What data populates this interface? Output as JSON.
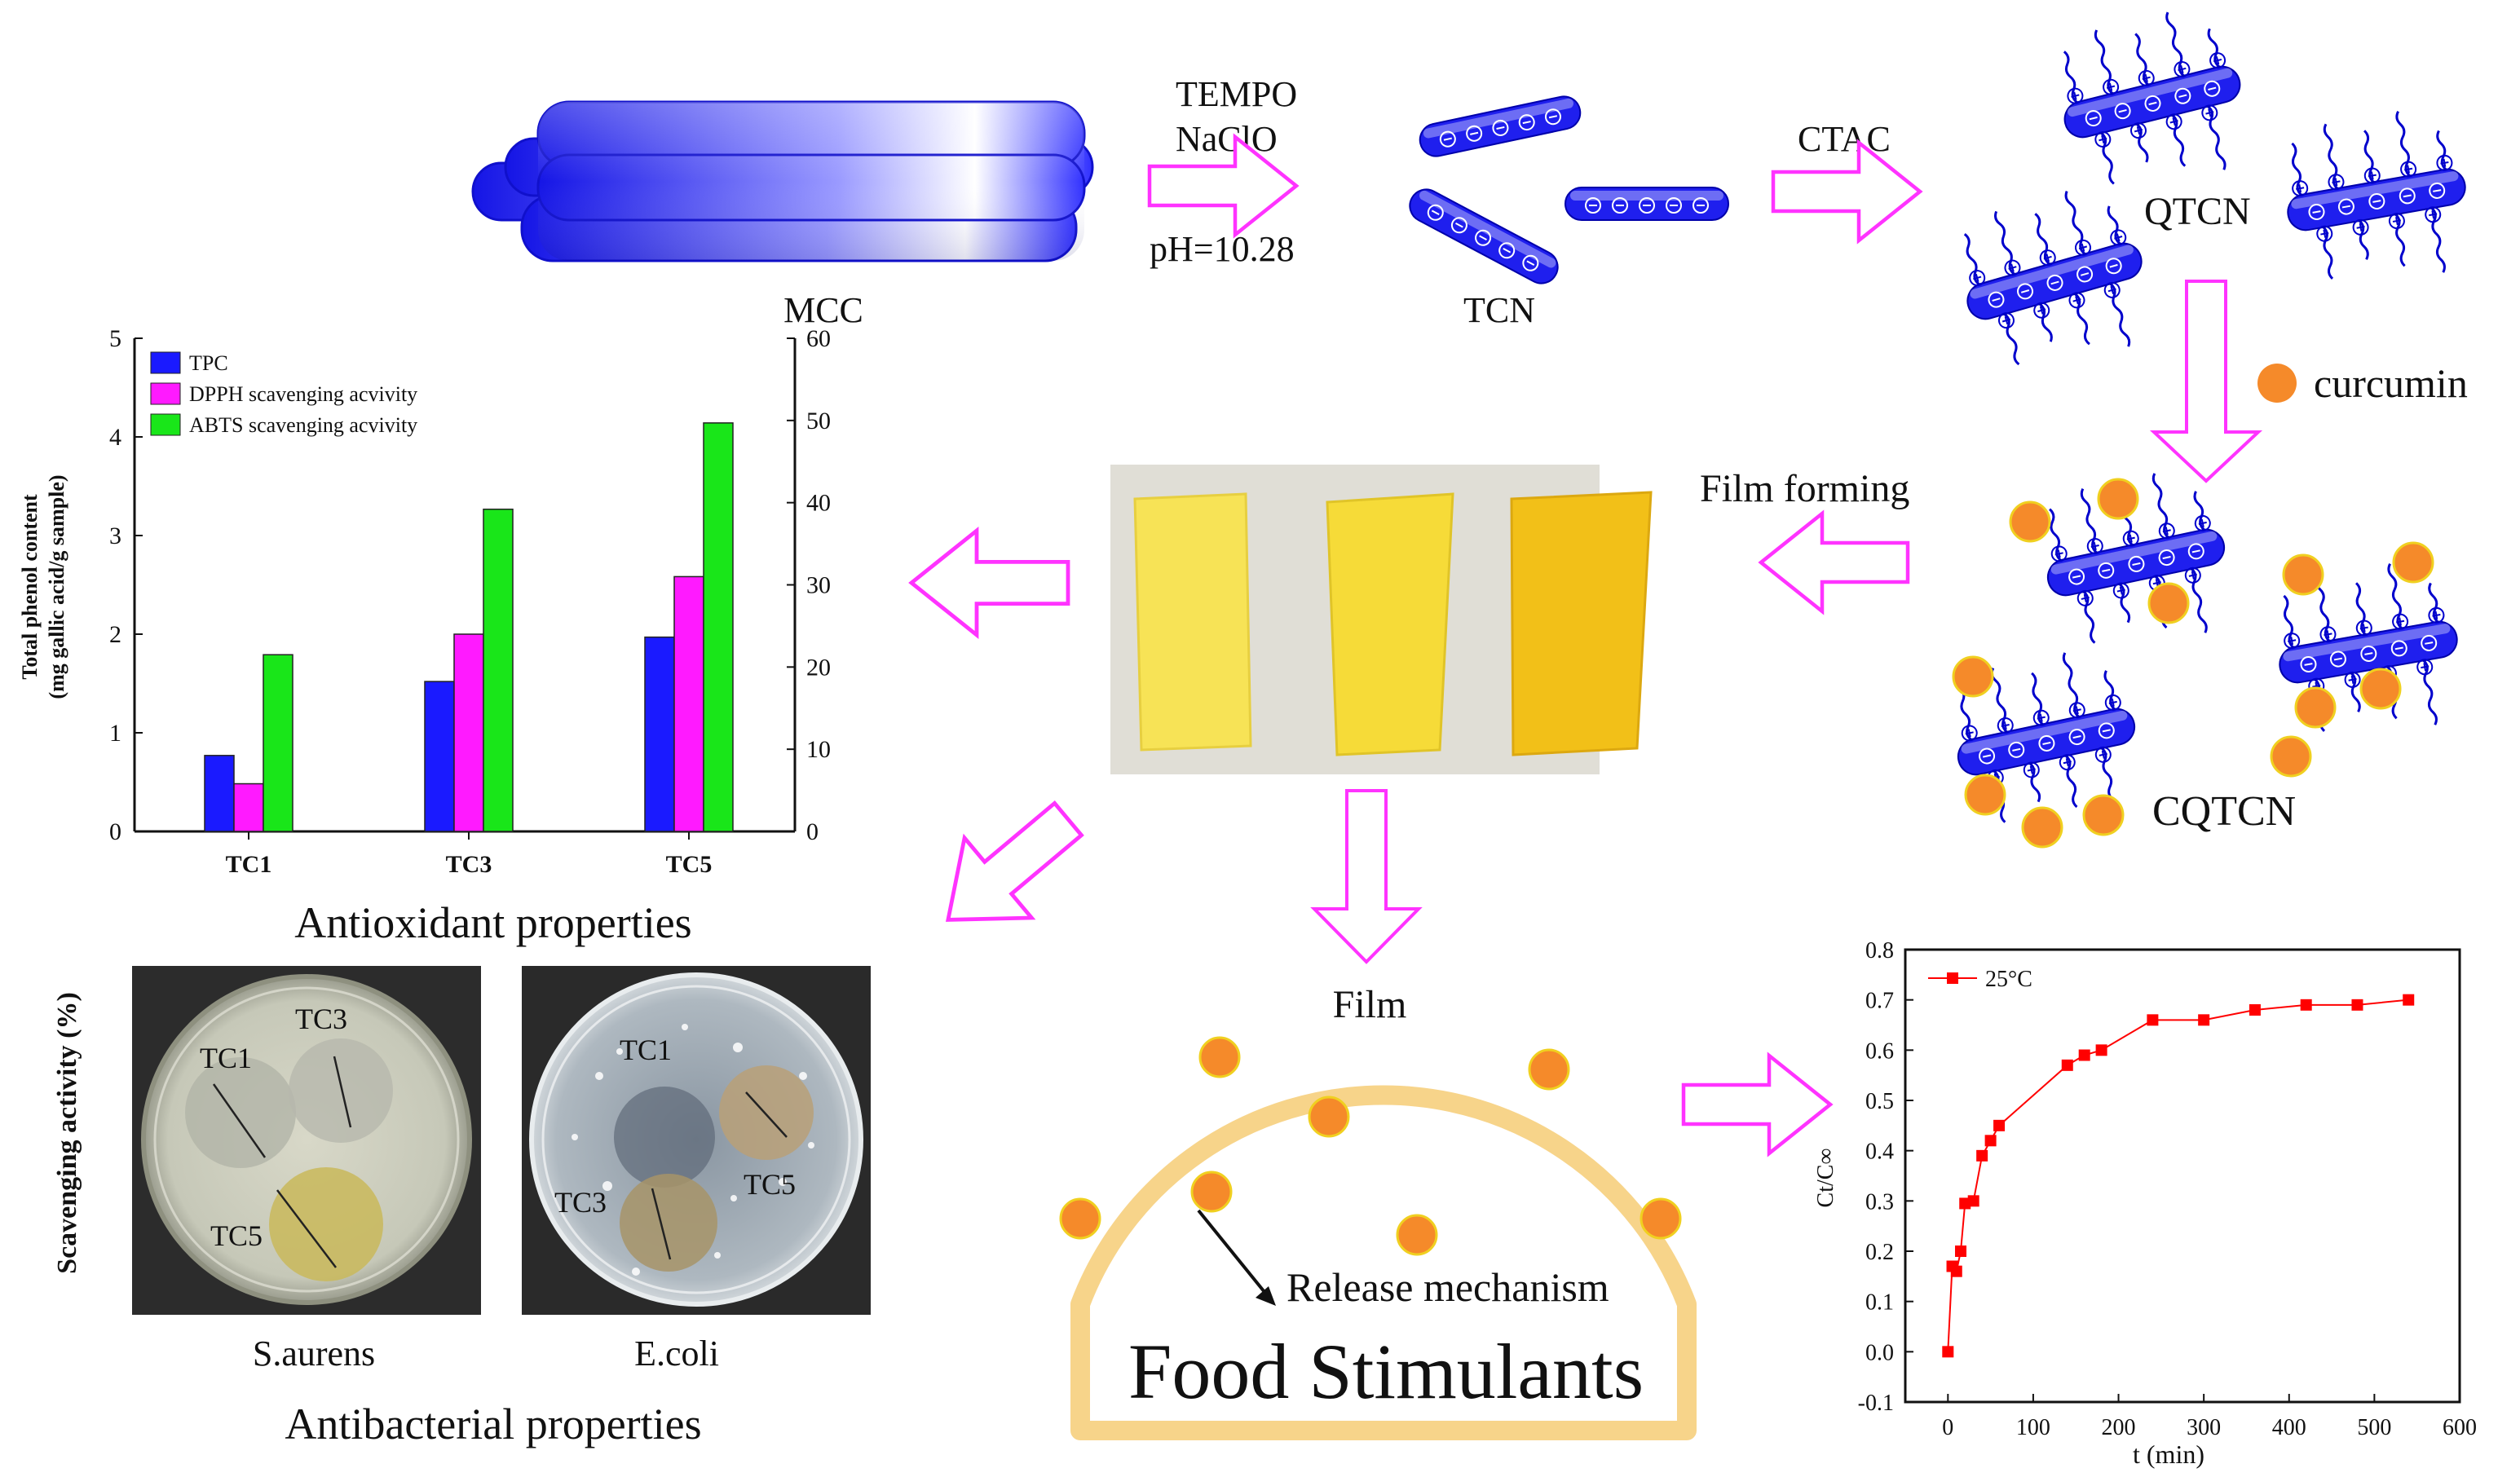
{
  "process": {
    "mcc_label": "MCC",
    "step1_reagents": [
      "TEMPO",
      "NaClO"
    ],
    "step1_condition": "pH=10.28",
    "tcn_label": "TCN",
    "step2_reagent": "CTAC",
    "qtcn_label": "QTCN",
    "curcumin_label": "curcumin",
    "cqtcn_label": "CQTCN",
    "film_forming_label": "Film forming"
  },
  "release": {
    "film_label": "Film",
    "mechanism_label": "Release mechanism",
    "medium_label": "Food Stimulants"
  },
  "antioxidant": {
    "caption": "Antioxidant properties",
    "left_axis_label_lines": [
      "Total phenol content",
      "(mg gallic acid/g sample)"
    ],
    "right_axis_label": "Scavenging activity (%)"
  },
  "antibacterial": {
    "caption": "Antibacterial properties",
    "plates": [
      {
        "organism": "S.aurens",
        "labels": [
          "TC1",
          "TC3",
          "TC5"
        ]
      },
      {
        "organism": "E.coli",
        "labels": [
          "TC1",
          "TC3",
          "TC5"
        ]
      }
    ]
  },
  "colors": {
    "blue": "#1a1aff",
    "magenta": "#ff1aff",
    "green": "#19e619",
    "arrow": "#ff33ff",
    "curcumin": "#f58a2a",
    "film_rim": "#f7d48a",
    "red_series": "#ff0000"
  },
  "chart_data": [
    {
      "type": "bar",
      "categories": [
        "TC1",
        "TC3",
        "TC5"
      ],
      "series": [
        {
          "name": "TPC",
          "axis": "left",
          "color": "#1a1aff",
          "values": [
            0.77,
            1.52,
            1.97
          ]
        },
        {
          "name": "DPPH scavenging acvivity",
          "axis": "right",
          "color": "#ff1aff",
          "values": [
            5.8,
            24,
            31
          ]
        },
        {
          "name": "ABTS scavenging acvivity",
          "axis": "right",
          "color": "#19e619",
          "values": [
            21.5,
            39.2,
            49.7
          ]
        }
      ],
      "ylim_left": [
        0,
        5
      ],
      "yticks_left": [
        0,
        1,
        2,
        3,
        4,
        5
      ],
      "ylim_right": [
        0,
        60
      ],
      "yticks_right": [
        0,
        10,
        20,
        30,
        40,
        50,
        60
      ],
      "legend": "top-left",
      "grid": false
    },
    {
      "type": "line",
      "series": [
        {
          "name": "25°C",
          "color": "#ff0000",
          "x": [
            0,
            5,
            10,
            15,
            20,
            30,
            40,
            50,
            60,
            140,
            160,
            180,
            240,
            300,
            360,
            420,
            480,
            540
          ],
          "y": [
            0.0,
            0.17,
            0.16,
            0.2,
            0.295,
            0.3,
            0.39,
            0.42,
            0.45,
            0.57,
            0.59,
            0.6,
            0.66,
            0.66,
            0.68,
            0.69,
            0.69,
            0.7
          ]
        }
      ],
      "xlabel": "t (min)",
      "ylabel": "Ct/C∞",
      "xlim": [
        -50,
        600
      ],
      "xticks": [
        0,
        100,
        200,
        300,
        400,
        500,
        600
      ],
      "ylim": [
        -0.1,
        0.8
      ],
      "yticks": [
        -0.1,
        0.0,
        0.1,
        0.2,
        0.3,
        0.4,
        0.5,
        0.6,
        0.7,
        0.8
      ],
      "legend": "top-left",
      "grid": false
    }
  ]
}
